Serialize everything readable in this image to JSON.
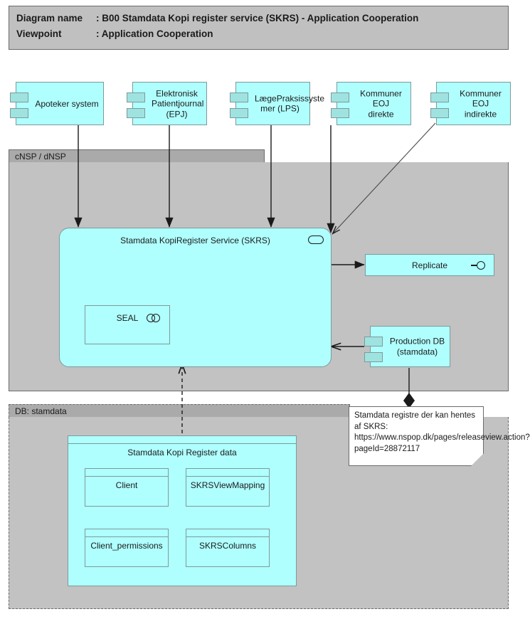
{
  "header": {
    "name_label": "Diagram name",
    "name_sep": ":",
    "name_value": "B00 Stamdata Kopi register service (SKRS) - Application Cooperation",
    "viewpoint_label": "Viewpoint",
    "viewpoint_sep": ":",
    "viewpoint_value": "Application Cooperation"
  },
  "groups": {
    "cnsp": {
      "label": "cNSP / dNSP"
    },
    "db": {
      "label": "DB: stamdata"
    }
  },
  "actors": [
    {
      "label": "Apoteker system"
    },
    {
      "label": "Elektronisk\nPatientjournal\n(EPJ)"
    },
    {
      "label": "LægePraksissyste\nmer (LPS)"
    },
    {
      "label": "Kommuner EOJ\ndirekte"
    },
    {
      "label": "Kommuner EOJ\nindirekte"
    }
  ],
  "service": {
    "label": "Stamdata KopiRegister Service (SKRS)",
    "icon": "application-service-icon"
  },
  "seal": {
    "label": "SEAL",
    "icon": "application-collaboration-icon"
  },
  "replicate": {
    "label": "Replicate",
    "icon": "application-interface-icon"
  },
  "production_db": {
    "label": "Production DB\n(stamdata)"
  },
  "data_package": {
    "label": "Stamdata Kopi Register data"
  },
  "tables": [
    {
      "label": "Client"
    },
    {
      "label": "SKRSViewMapping"
    },
    {
      "label": "Client_permissions"
    },
    {
      "label": "SKRSColumns"
    }
  ],
  "note": {
    "text": "Stamdata registre der kan hentes af SKRS: https://www.nspop.dk/pages/releaseview.action?pageId=28872117"
  },
  "colors": {
    "node_fill": "#b0ffff",
    "node_border": "#7d9a9a",
    "group_fill": "#c2c2c2",
    "group_tab": "#aaaaaa",
    "header_fill": "#c0c0c0",
    "line": "#1a1a1a"
  }
}
